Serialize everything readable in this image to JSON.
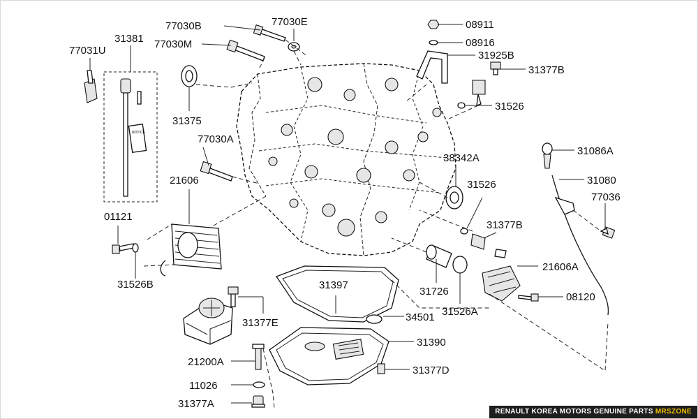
{
  "labels": {
    "l77030B": "77030B",
    "l77030E": "77030E",
    "l77030M": "77030M",
    "l77031U": "77031U",
    "l31381": "31381",
    "l31375": "31375",
    "l77030A": "77030A",
    "l21606": "21606",
    "l01121": "01121",
    "l31526B": "31526B",
    "l31377E": "31377E",
    "l21200A": "21200A",
    "l11026": "11026",
    "l31377A": "31377A",
    "l08911": "08911",
    "l08916": "08916",
    "l31925B": "31925B",
    "l31377B_top": "31377B",
    "l31526_top": "31526",
    "l31086A": "31086A",
    "l31080": "31080",
    "l77036": "77036",
    "l38342A": "38342A",
    "l31526_mid": "31526",
    "l31377B_mid": "31377B",
    "l21606A": "21606A",
    "l08120": "08120",
    "l31726": "31726",
    "l31526A": "31526A",
    "l31397": "31397",
    "l34501": "34501",
    "l31390": "31390",
    "l31377D": "31377D"
  },
  "brand": {
    "text": "RENAULT KOREA MOTORS GENUINE PARTS",
    "highlight": "MRSZONE"
  },
  "notice_text": "NOTICE"
}
